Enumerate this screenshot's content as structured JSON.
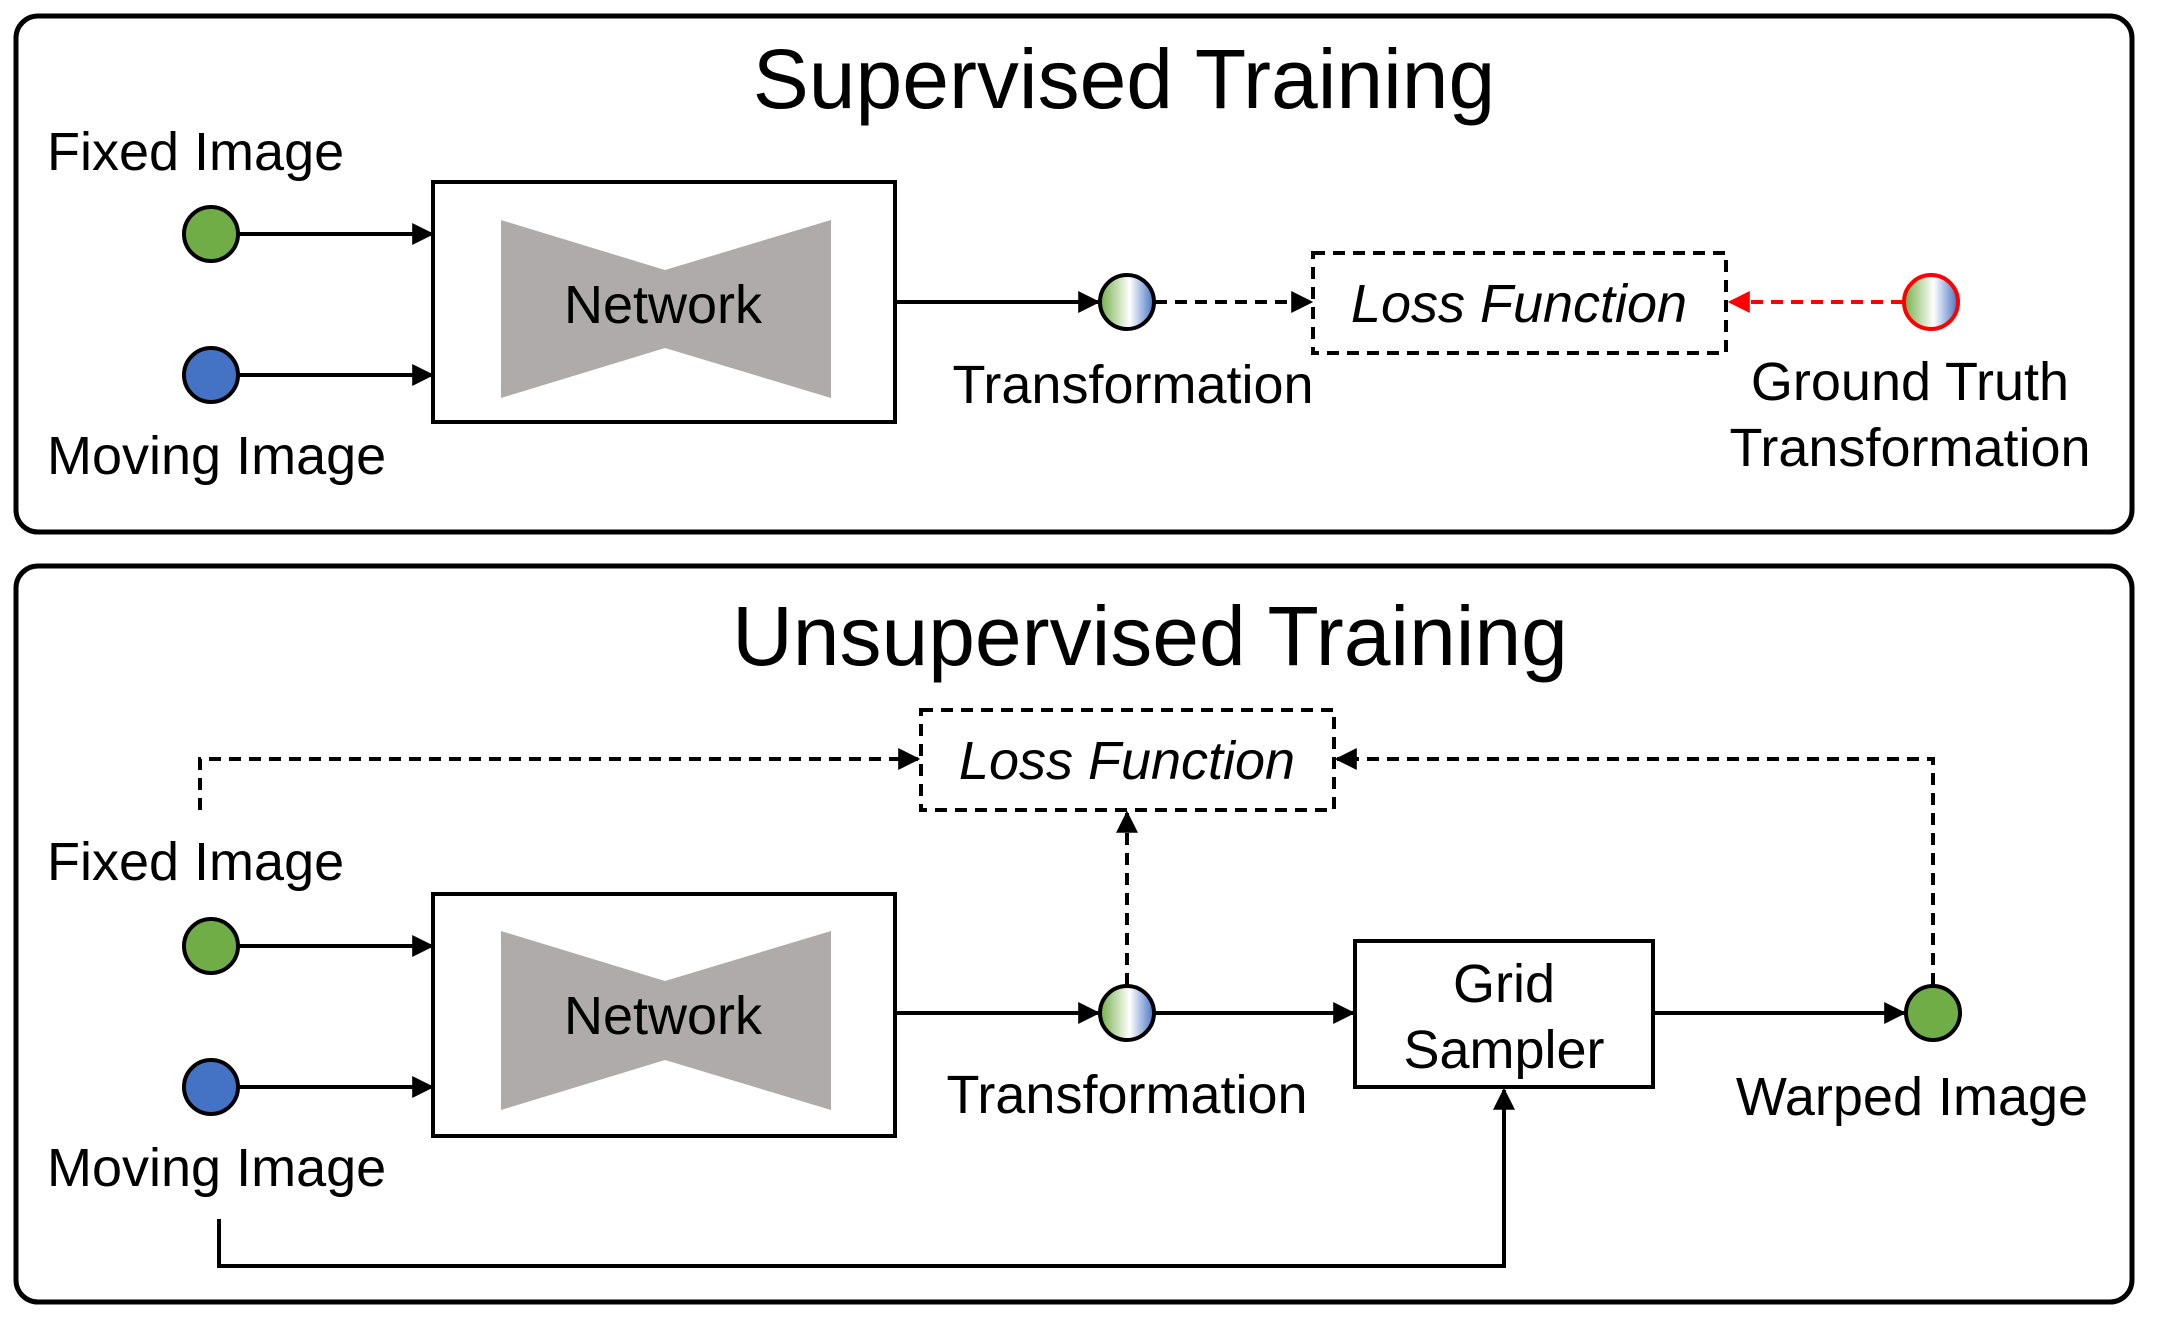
{
  "supervised": {
    "title": "Supervised Training",
    "fixed_image": "Fixed Image",
    "moving_image": "Moving Image",
    "network": "Network",
    "transformation": "Transformation",
    "loss_function": "Loss Function",
    "ground_truth_line1": "Ground Truth",
    "ground_truth_line2": "Transformation"
  },
  "unsupervised": {
    "title": "Unsupervised Training",
    "fixed_image": "Fixed Image",
    "moving_image": "Moving Image",
    "network": "Network",
    "transformation": "Transformation",
    "loss_function": "Loss Function",
    "grid_sampler_line1": "Grid",
    "grid_sampler_line2": "Sampler",
    "warped_image": "Warped Image"
  },
  "colors": {
    "fixed_node": "#70ad47",
    "moving_node": "#4472c4",
    "network_shape": "#afabab",
    "ground_truth_arrow": "#ff0000"
  }
}
